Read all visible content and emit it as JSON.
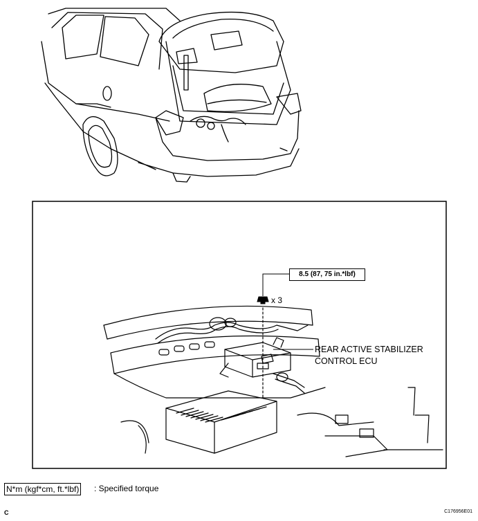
{
  "torque_spec": "8.5 (87, 75 in.*lbf)",
  "quantity": "x 3",
  "component_label_line1": "REAR ACTIVE STABILIZER",
  "component_label_line2": "CONTROL ECU",
  "legend_unit": "N*m (kgf*cm, ft.*lbf)",
  "legend_text": ": Specified torque",
  "corner_code": "C",
  "figure_id": "C176956E01",
  "icons": [
    "car-rear-view-illustration",
    "trunk-interior-detail-illustration",
    "nut-icon"
  ]
}
